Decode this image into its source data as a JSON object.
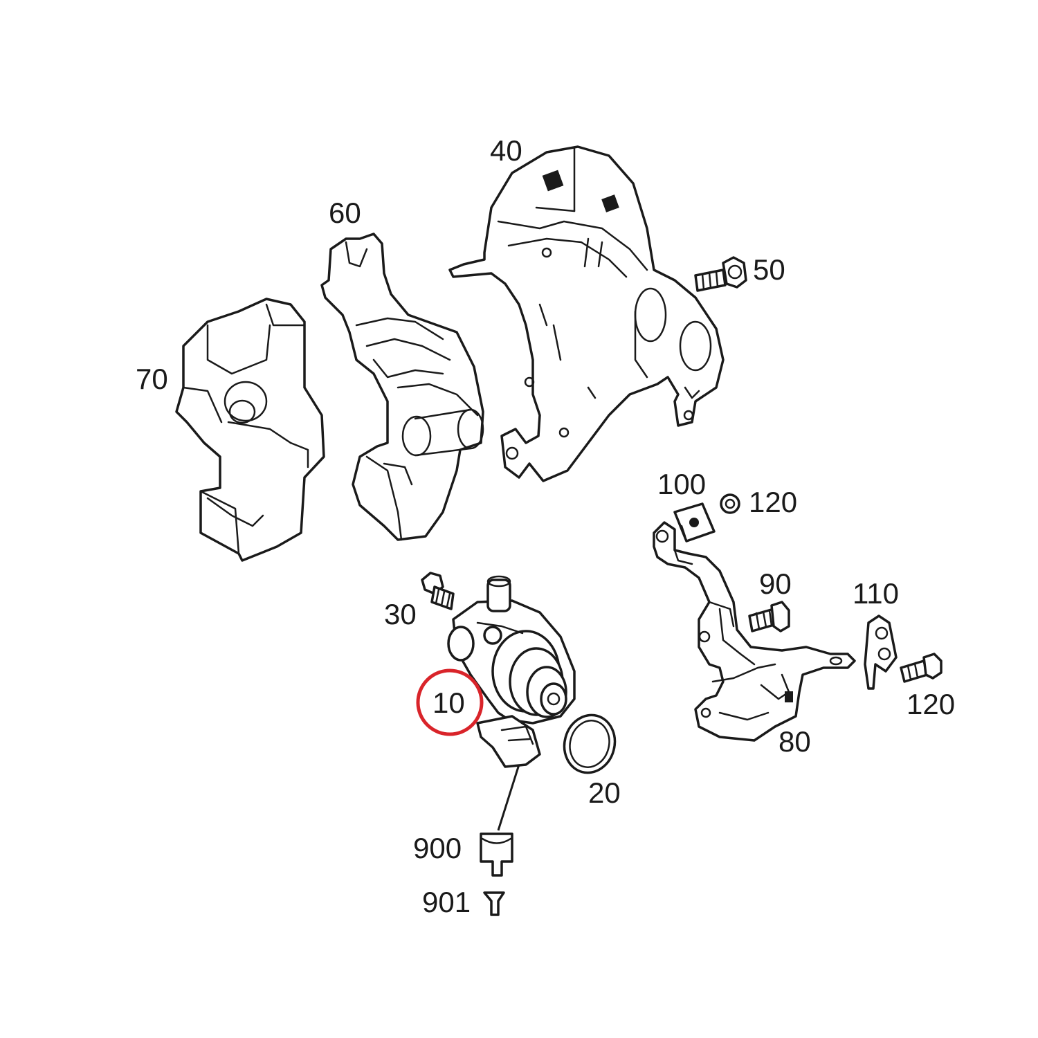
{
  "diagram": {
    "highlight_color": "#d9242a",
    "highlighted_part": "10",
    "labels": {
      "p10": "10",
      "p20": "20",
      "p30": "30",
      "p40": "40",
      "p50": "50",
      "p60": "60",
      "p70": "70",
      "p80": "80",
      "p90": "90",
      "p100": "100",
      "p110": "110",
      "p120a": "120",
      "p120b": "120",
      "p900": "900",
      "p901": "901"
    }
  }
}
